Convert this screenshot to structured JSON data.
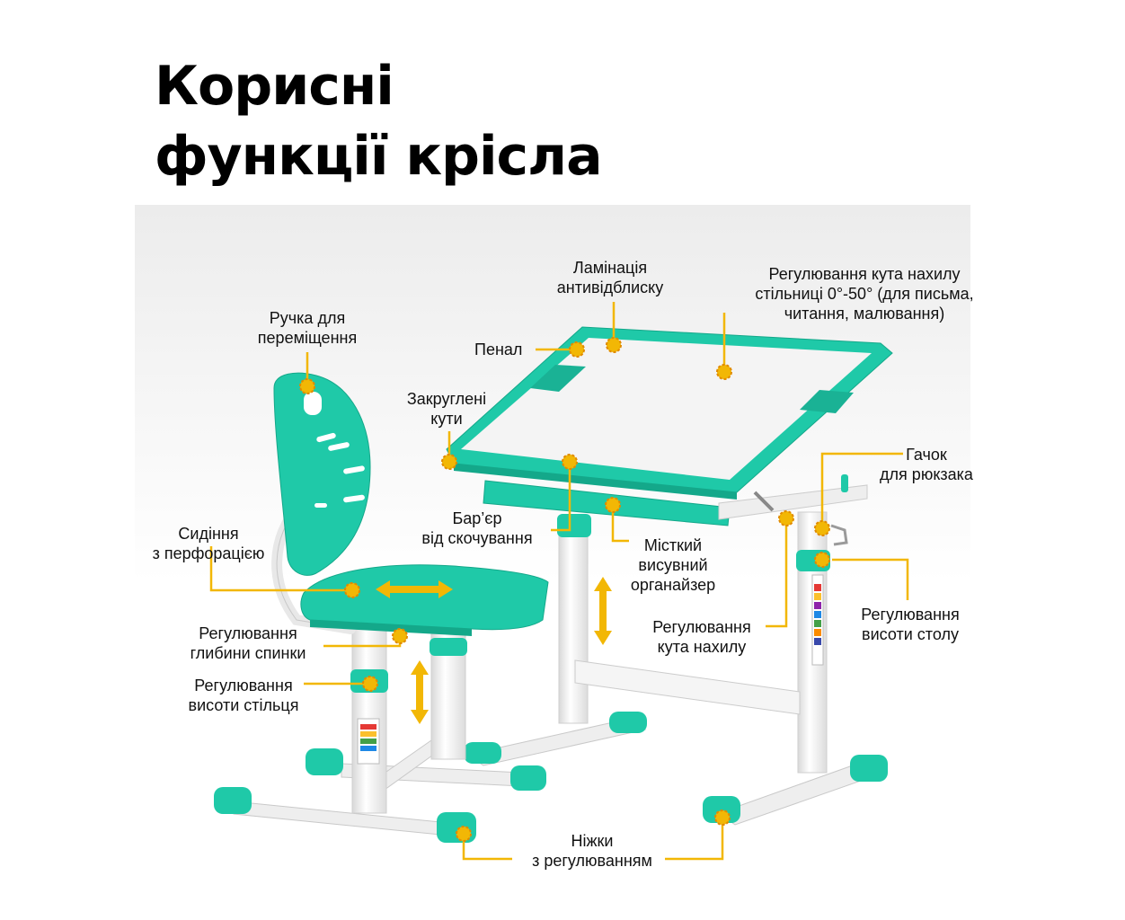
{
  "title": {
    "line1": "Корисні",
    "line2": "функції крісла"
  },
  "callouts": {
    "handle": [
      "Ручка для",
      "переміщення"
    ],
    "lamination": [
      "Ламінація",
      "антивідблиску"
    ],
    "tilt_top": [
      "Регулювання кута нахилу",
      "стільниці 0°-50° (для письма,",
      "читання, малювання)"
    ],
    "pencil_case": [
      "Пенал"
    ],
    "rounded_corners": [
      "Закруглені",
      "кути"
    ],
    "hook": [
      "Гачок",
      "для рюкзака"
    ],
    "seat": [
      "Сидіння",
      "з перфорацією"
    ],
    "barrier": [
      "Бар’єр",
      "від скочування"
    ],
    "organizer": [
      "Місткий",
      "висувний",
      "органайзер"
    ],
    "tilt_angle": [
      "Регулювання",
      "кута нахилу"
    ],
    "desk_height": [
      "Регулювання",
      "висоти столу"
    ],
    "back_depth": [
      "Регулювання",
      "глибини спинки"
    ],
    "chair_height": [
      "Регулювання",
      "висоти стільця"
    ],
    "legs": [
      "Ніжки",
      "з регулюванням"
    ]
  },
  "colors": {
    "mint": "#1fc9a8",
    "mint_dark": "#14a88a",
    "accent": "#f2b705",
    "frame": "#f2f2f2",
    "top_surface": "#f4f4f4"
  }
}
